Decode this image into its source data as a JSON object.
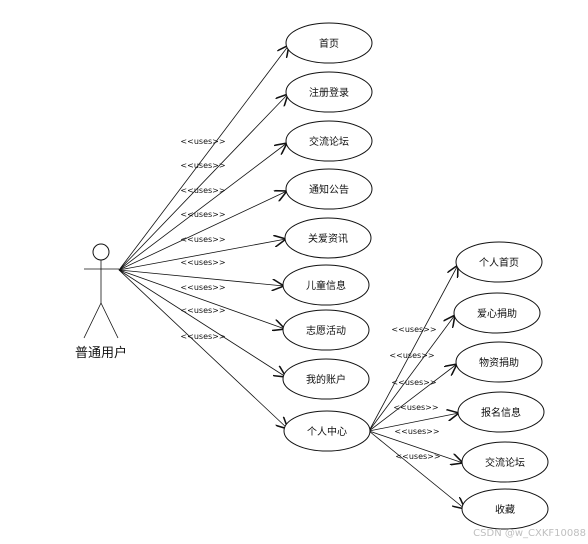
{
  "actor": {
    "name": "普通用户"
  },
  "relation_label": "<<uses>>",
  "use_cases": [
    {
      "id": "home",
      "label": "首页"
    },
    {
      "id": "register",
      "label": "注册登录"
    },
    {
      "id": "forum",
      "label": "交流论坛"
    },
    {
      "id": "notice",
      "label": "通知公告"
    },
    {
      "id": "care-info",
      "label": "关爱资讯"
    },
    {
      "id": "children-info",
      "label": "儿童信息"
    },
    {
      "id": "volunteer",
      "label": "志愿活动"
    },
    {
      "id": "my-account",
      "label": "我的账户"
    },
    {
      "id": "personal-center",
      "label": "个人中心"
    }
  ],
  "personal_center_items": [
    {
      "id": "personal-home",
      "label": "个人首页"
    },
    {
      "id": "love-donation",
      "label": "爱心捐助"
    },
    {
      "id": "goods-donation",
      "label": "物资捐助"
    },
    {
      "id": "signup-info",
      "label": "报名信息"
    },
    {
      "id": "sub-forum",
      "label": "交流论坛"
    },
    {
      "id": "favorites",
      "label": "收藏"
    }
  ],
  "watermark": "CSDN @w_CXKF10088"
}
